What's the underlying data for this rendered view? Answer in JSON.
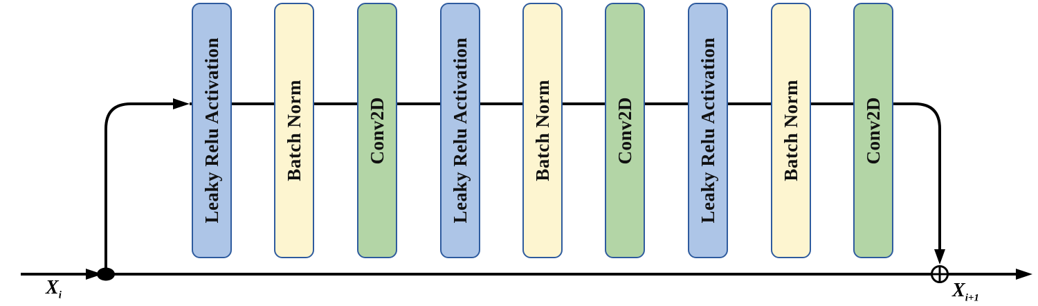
{
  "diagram": {
    "blocks": [
      {
        "label": "Leaky Relu Activation",
        "type": "activation"
      },
      {
        "label": "Batch Norm",
        "type": "batchnorm"
      },
      {
        "label": "Conv2D",
        "type": "conv"
      },
      {
        "label": "Leaky Relu Activation",
        "type": "activation"
      },
      {
        "label": "Batch Norm",
        "type": "batchnorm"
      },
      {
        "label": "Conv2D",
        "type": "conv"
      },
      {
        "label": "Leaky Relu Activation",
        "type": "activation"
      },
      {
        "label": "Batch Norm",
        "type": "batchnorm"
      },
      {
        "label": "Conv2D",
        "type": "conv"
      }
    ],
    "labels": {
      "input_main": "X",
      "input_sub": "i",
      "output_main": "X",
      "output_sub": "i+1"
    },
    "symbols": {
      "sum": "⊕"
    },
    "colors": {
      "activation_fill": "#adc5e7",
      "batchnorm_fill": "#fdf5d0",
      "conv_fill": "#b3d5a6",
      "border": "#2e5b9e",
      "line": "#000000"
    }
  }
}
